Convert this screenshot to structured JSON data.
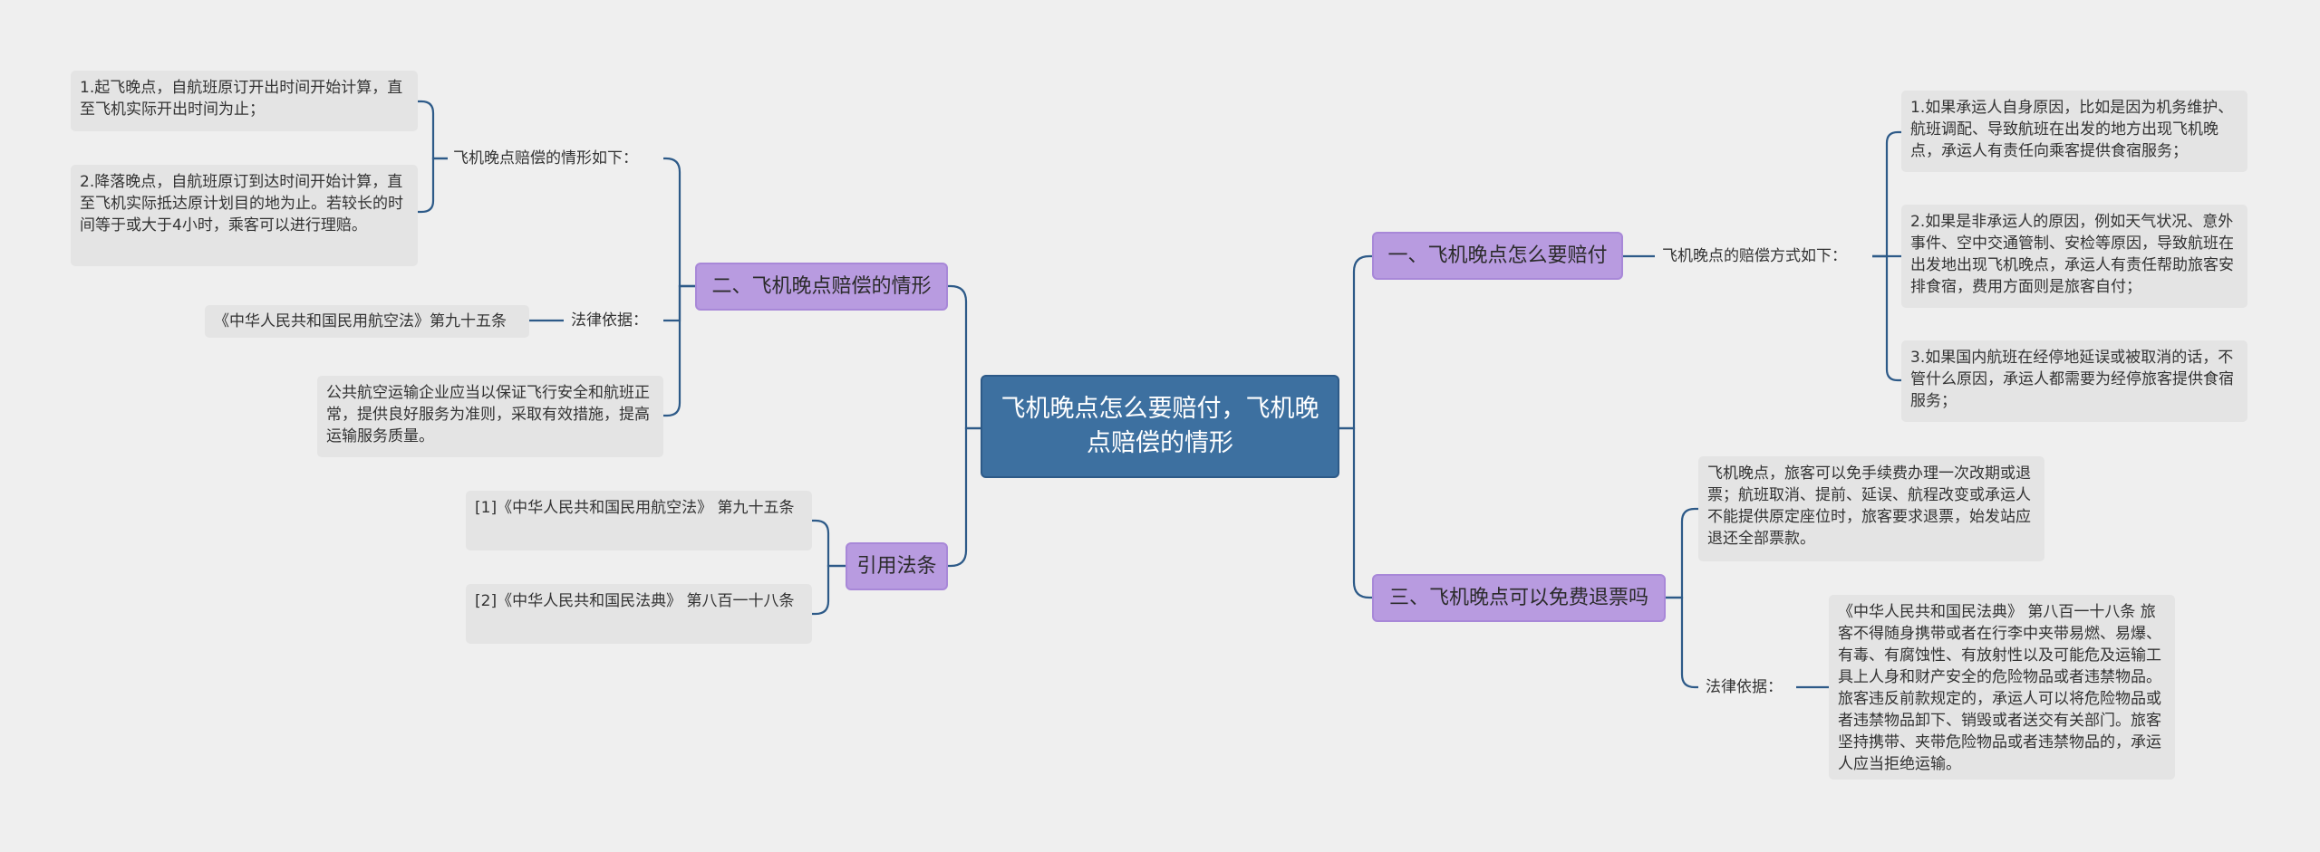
{
  "root": {
    "title": "飞机晚点怎么要赔付，飞机晚点赔偿的情形"
  },
  "right": {
    "branch1": {
      "label": "一、飞机晚点怎么要赔付",
      "sub": "飞机晚点的赔偿方式如下：",
      "items": [
        "1.如果承运人自身原因，比如是因为机务维护、航班调配、导致航班在出发的地方出现飞机晚点，承运人有责任向乘客提供食宿服务；",
        "2.如果是非承运人的原因，例如天气状况、意外事件、空中交通管制、安检等原因，导致航班在出发地出现飞机晚点，承运人有责任帮助旅客安排食宿，费用方面则是旅客自付；",
        "3.如果国内航班在经停地延误或被取消的话，不管什么原因，承运人都需要为经停旅客提供食宿服务；"
      ]
    },
    "branch3": {
      "label": "三、飞机晚点可以免费退票吗",
      "item1": "飞机晚点，旅客可以免手续费办理一次改期或退票；航班取消、提前、延误、航程改变或承运人不能提供原定座位时，旅客要求退票，始发站应退还全部票款。",
      "legal_label": "法律依据：",
      "legal_text": "《中华人民共和国民法典》 第八百一十八条 旅客不得随身携带或者在行李中夹带易燃、易爆、有毒、有腐蚀性、有放射性以及可能危及运输工具上人身和财产安全的危险物品或者违禁物品。旅客违反前款规定的，承运人可以将危险物品或者违禁物品卸下、销毁或者送交有关部门。旅客坚持携带、夹带危险物品或者违禁物品的，承运人应当拒绝运输。"
    }
  },
  "left": {
    "branch2": {
      "label": "二、飞机晚点赔偿的情形",
      "sub": "飞机晚点赔偿的情形如下：",
      "items": [
        "1.起飞晚点，自航班原订开出时间开始计算，直至飞机实际开出时间为止；",
        "2.降落晚点，自航班原订到达时间开始计算，直至飞机实际抵达原计划目的地为止。若较长的时间等于或大于4小时，乘客可以进行理赔。"
      ],
      "legal_label": "法律依据：",
      "legal_ref": "《中华人民共和国民用航空法》第九十五条",
      "legal_text": "公共航空运输企业应当以保证飞行安全和航班正常，提供良好服务为准则，采取有效措施，提高运输服务质量。"
    },
    "refs": {
      "label": "引用法条",
      "items": [
        "[1]《中华人民共和国民用航空法》 第九十五条",
        "[2]《中华人民共和国民法典》 第八百一十八条"
      ]
    }
  }
}
